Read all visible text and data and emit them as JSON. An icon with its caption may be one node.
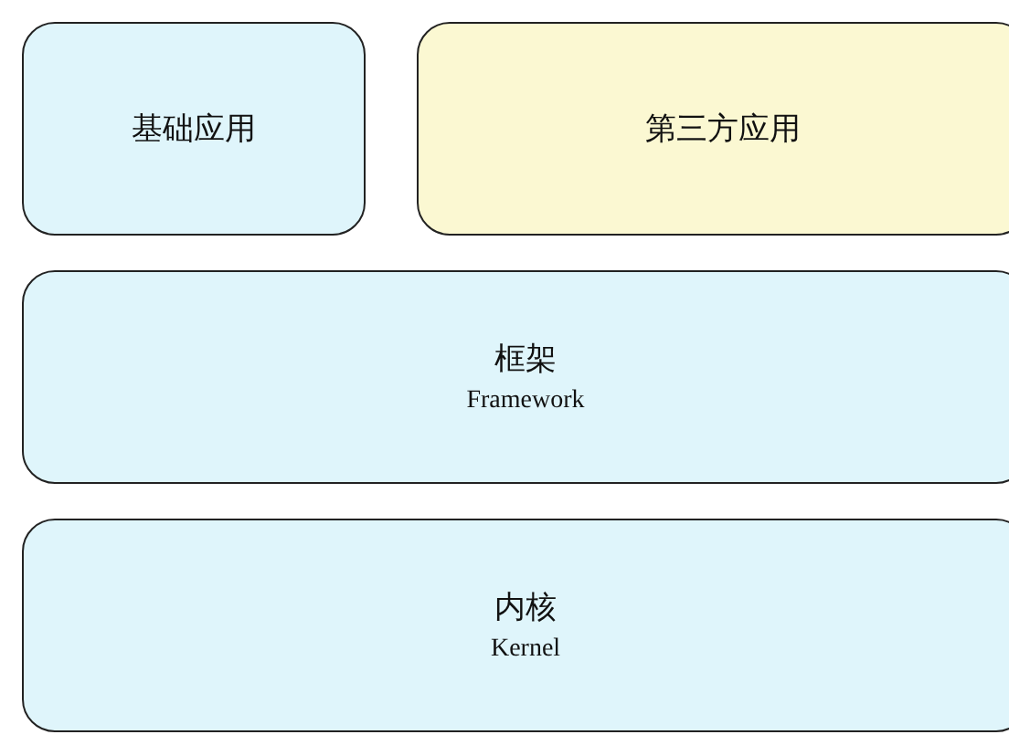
{
  "diagram": {
    "nodes": [
      {
        "text": [
          "基础应用"
        ]
      },
      {
        "text": [
          "第三方应用"
        ]
      },
      {
        "text": [
          "框架",
          "Framework"
        ]
      },
      {
        "text": [
          "内核",
          "Kernel"
        ]
      }
    ],
    "edges": []
  }
}
